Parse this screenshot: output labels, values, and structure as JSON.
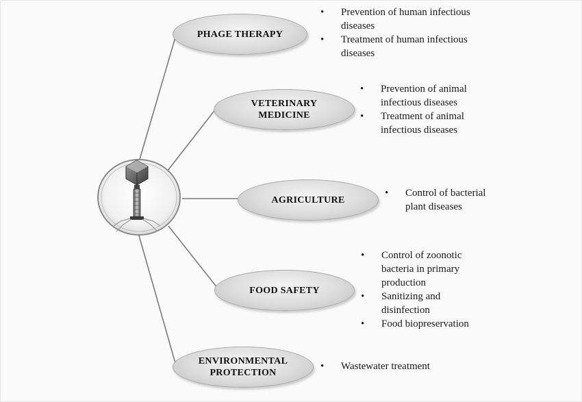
{
  "hub": {
    "icon": "bacteriophage-icon"
  },
  "branches": [
    {
      "id": "phage-therapy",
      "label": "PHAGE THERAPY",
      "items": [
        "Prevention of human  infectious diseases",
        "Treatment  of human infectious diseases"
      ]
    },
    {
      "id": "veterinary-medicine",
      "label": "VETERINARY\nMEDICINE",
      "items": [
        "Prevention of animal infectious diseases",
        "Treatment  of animal infectious diseases"
      ]
    },
    {
      "id": "agriculture",
      "label": "AGRICULTURE",
      "items": [
        "Control of bacterial plant diseases"
      ]
    },
    {
      "id": "food-safety",
      "label": "FOOD SAFETY",
      "items": [
        "Control of zoonotic bacteria in primary production",
        "Sanitizing  and disinfection",
        "Food biopreservation"
      ]
    },
    {
      "id": "environmental-protection",
      "label": "ENVIRONMENTAL\nPROTECTION",
      "items": [
        "Wastewater treatment"
      ]
    }
  ]
}
